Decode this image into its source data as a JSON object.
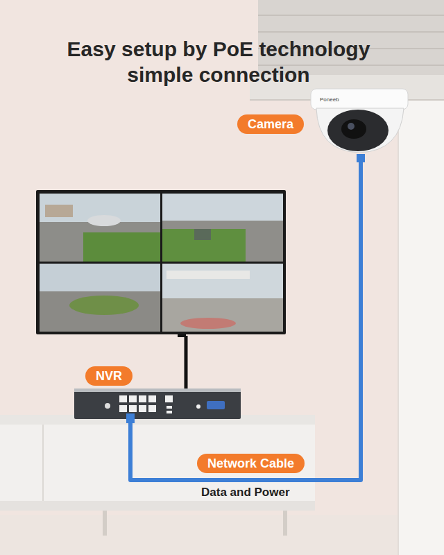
{
  "diagram": {
    "title": "Easy setup by PoE technology simple connection",
    "nodes": [
      {
        "text": [
          "Camera"
        ]
      },
      {
        "text": [
          "NVR"
        ]
      },
      {
        "text": [
          "Network Cable"
        ]
      }
    ],
    "labels": [
      "Poneeb",
      "Data and Power"
    ]
  }
}
